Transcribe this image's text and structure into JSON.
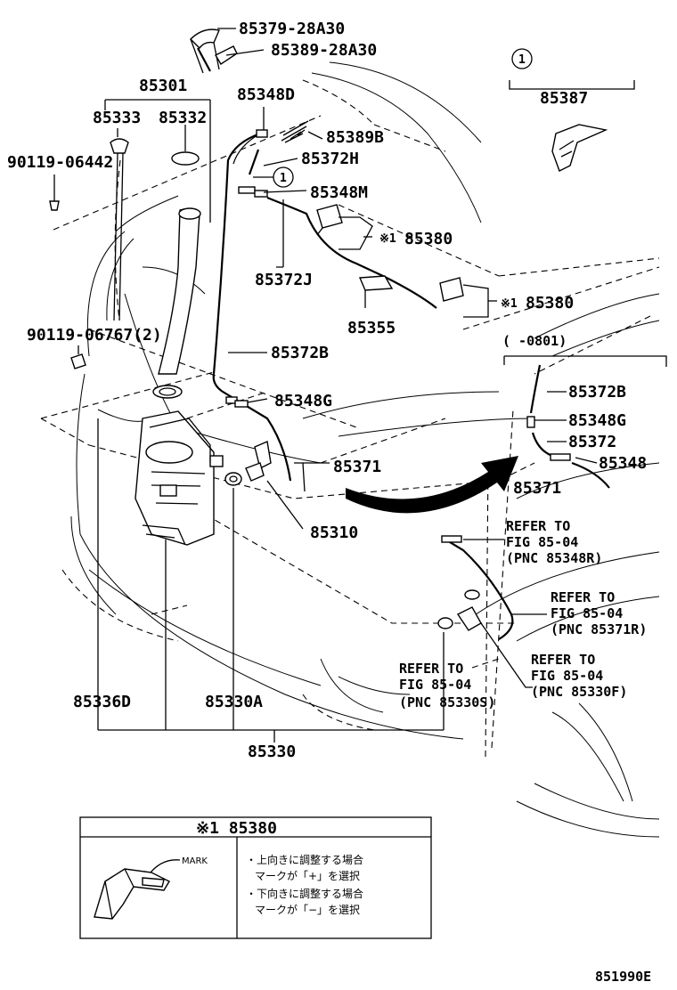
{
  "diagram_id": "851990E",
  "labels": {
    "p85379": "85379-28A30",
    "p85389": "85389-28A30",
    "p85301": "85301",
    "p85333": "85333",
    "p85332": "85332",
    "p90119a": "90119-06442",
    "p85348D": "85348D",
    "p85389B": "85389B",
    "p85372H": "85372H",
    "p85348M": "85348M",
    "p85372J": "85372J",
    "p85380a": "85380",
    "p85380b": "85380",
    "p85355": "85355",
    "p90119b": "90119-06767(2)",
    "p85372B": "85372B",
    "p85348G": "85348G",
    "p85371": "85371",
    "p85310": "85310",
    "p85336D": "85336D",
    "p85330A": "85330A",
    "p85330": "85330",
    "p85387": "85387",
    "circle1": "1",
    "x1": "※1",
    "range": "(    -0801)",
    "inset_85372B": "85372B",
    "inset_85348G": "85348G",
    "inset_85372": "85372",
    "inset_85348": "85348",
    "inset_85371": "85371"
  },
  "refs": [
    {
      "line1": "REFER TO",
      "line2": "FIG 85-04",
      "line3": "(PNC 85348R)"
    },
    {
      "line1": "REFER TO",
      "line2": "FIG 85-04",
      "line3": "(PNC 85371R)"
    },
    {
      "line1": "REFER TO",
      "line2": "FIG 85-04",
      "line3": "(PNC 85330F)"
    },
    {
      "line1": "REFER TO",
      "line2": "FIG 85-04",
      "line3": "(PNC 85330S)"
    }
  ],
  "note_box": {
    "header": "※1 85380",
    "mark": "MARK",
    "line1": "・上向きに調整する場合",
    "line2": "マークが「+」を選択",
    "line3": "・下向きに調整する場合",
    "line4": "マークが「−」を選択"
  }
}
